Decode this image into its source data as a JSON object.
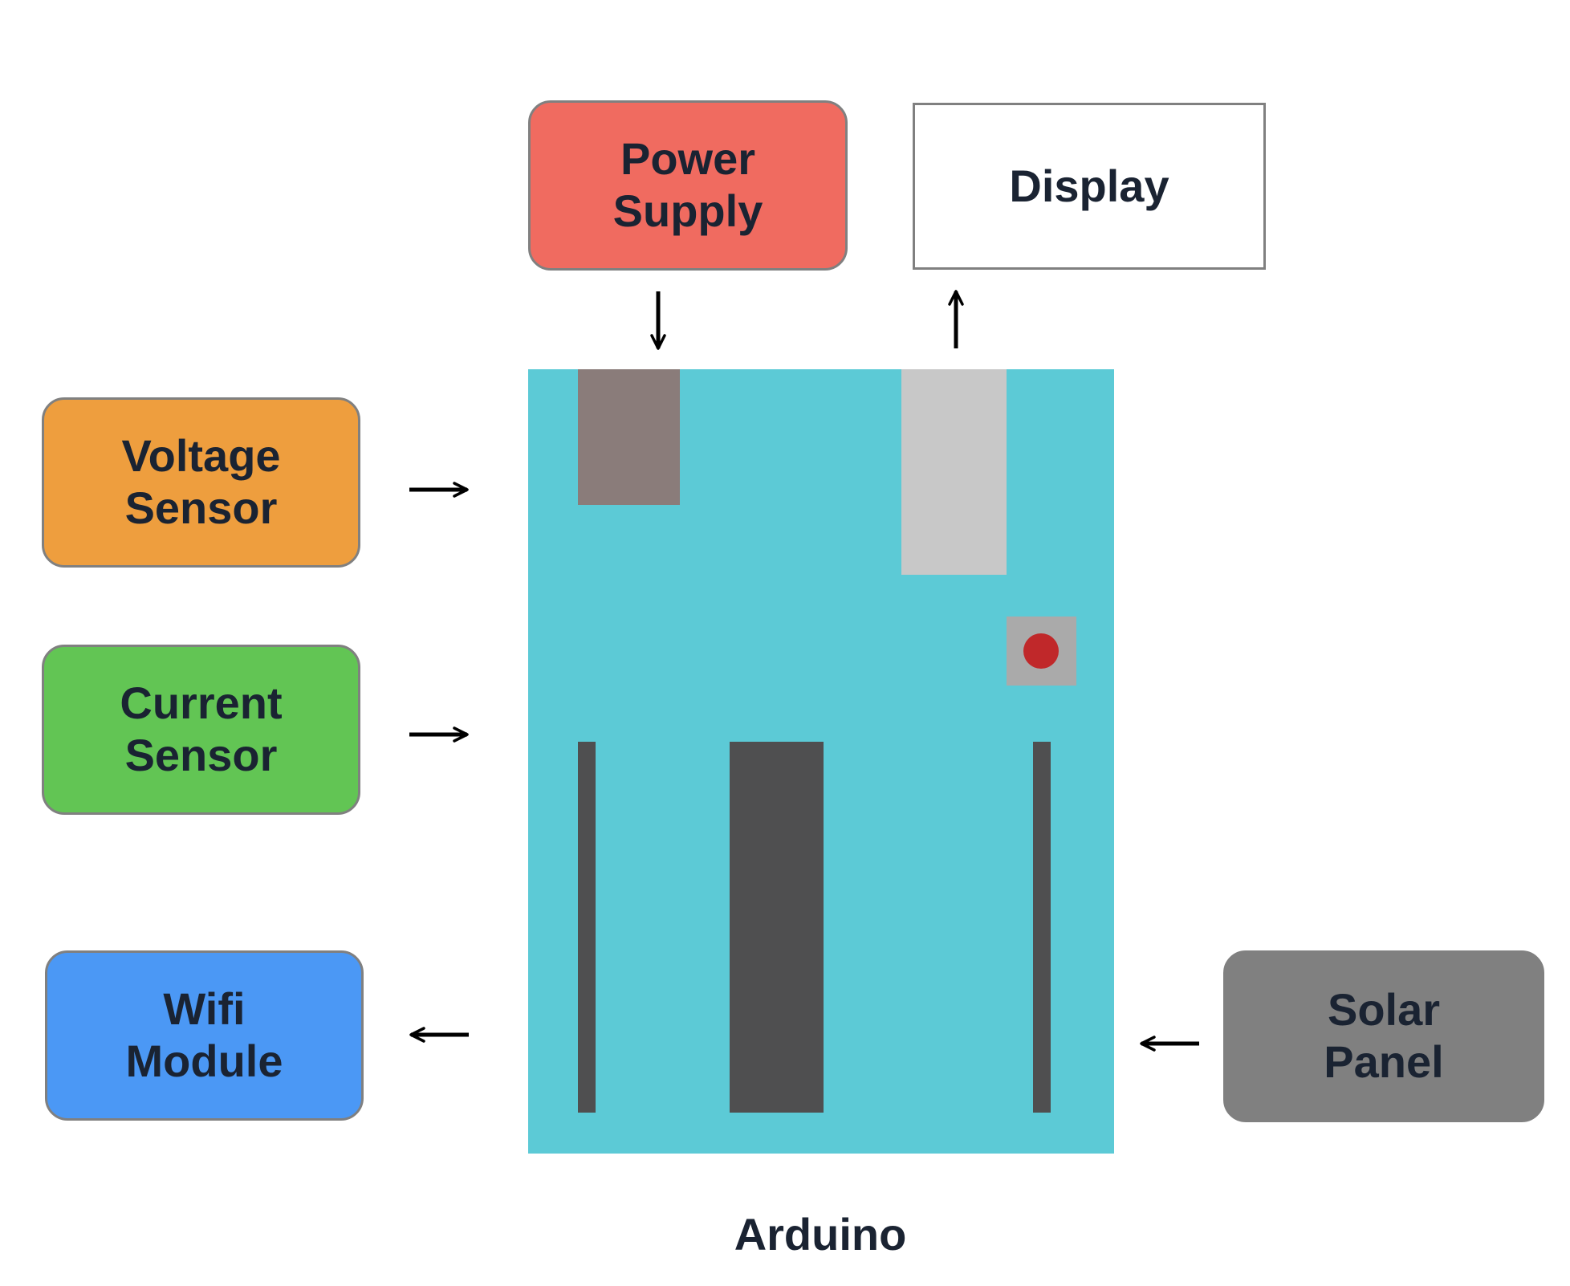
{
  "colors": {
    "power_supply": "#f06b60",
    "display": "#ffffff",
    "voltage_sensor": "#ee9e3e",
    "current_sensor": "#62c554",
    "wifi_module": "#4b98f5",
    "solar_panel": "#808080",
    "board": "#5ccad6",
    "power_jack": "#8a7c7a",
    "usb_port": "#c8c8c8",
    "reset_base": "#aaaaaa",
    "reset_button": "#c0282a",
    "headers": "#4f4f50",
    "text": "#1a2332",
    "arrow": "#000000"
  },
  "nodes": {
    "power_supply": "Power\nSupply",
    "display": "Display",
    "voltage_sensor": "Voltage\nSensor",
    "current_sensor": "Current\nSensor",
    "wifi_module": "Wifi\nModule",
    "solar_panel": "Solar\nPanel"
  },
  "board": {
    "label": "Arduino"
  },
  "edges": [
    {
      "from": "Power Supply",
      "to": "Arduino"
    },
    {
      "from": "Arduino",
      "to": "Display"
    },
    {
      "from": "Voltage Sensor",
      "to": "Arduino"
    },
    {
      "from": "Current Sensor",
      "to": "Arduino"
    },
    {
      "from": "Arduino",
      "to": "Wifi Module"
    },
    {
      "from": "Solar Panel",
      "to": "Arduino"
    }
  ]
}
